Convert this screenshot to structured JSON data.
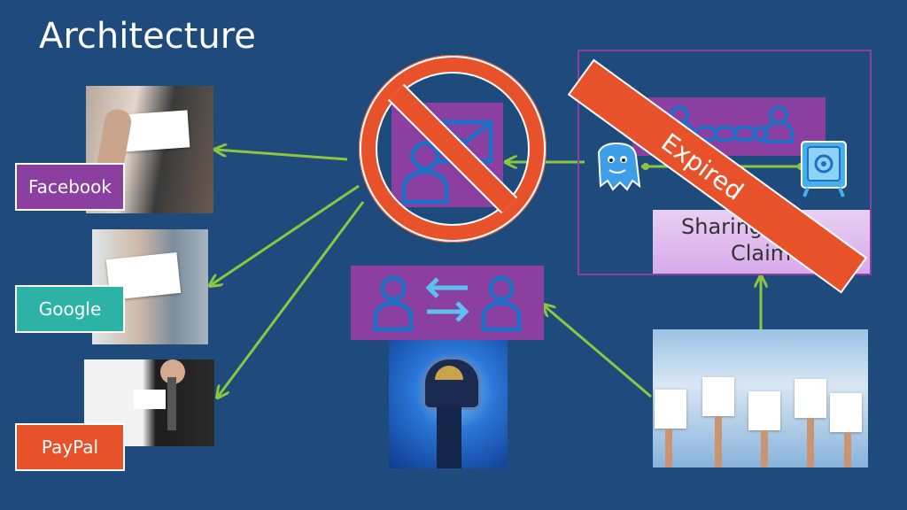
{
  "slide": {
    "title": "Architecture"
  },
  "providers": [
    {
      "label": "Facebook",
      "color": "#8b3fa0"
    },
    {
      "label": "Google",
      "color": "#2db3a5"
    },
    {
      "label": "PayPal",
      "color": "#e8522a"
    }
  ],
  "claim_box": {
    "line1": "Sharing",
    "line2": "Claim"
  },
  "banner": {
    "text": "Expired",
    "color": "#e8522a"
  },
  "icons": {
    "prohibited": "no-entry-icon",
    "identity_mail": "user-mail-icon",
    "chain_link": "linked-users-icon",
    "exchange": "user-exchange-icon",
    "monster": "blue-monster-icon",
    "safe": "vault-icon"
  },
  "colors": {
    "background": "#1f4a7c",
    "arrow": "#8dc63f",
    "purple_tile": "#8b3fa0",
    "icon_blue": "#1e6fc5"
  }
}
